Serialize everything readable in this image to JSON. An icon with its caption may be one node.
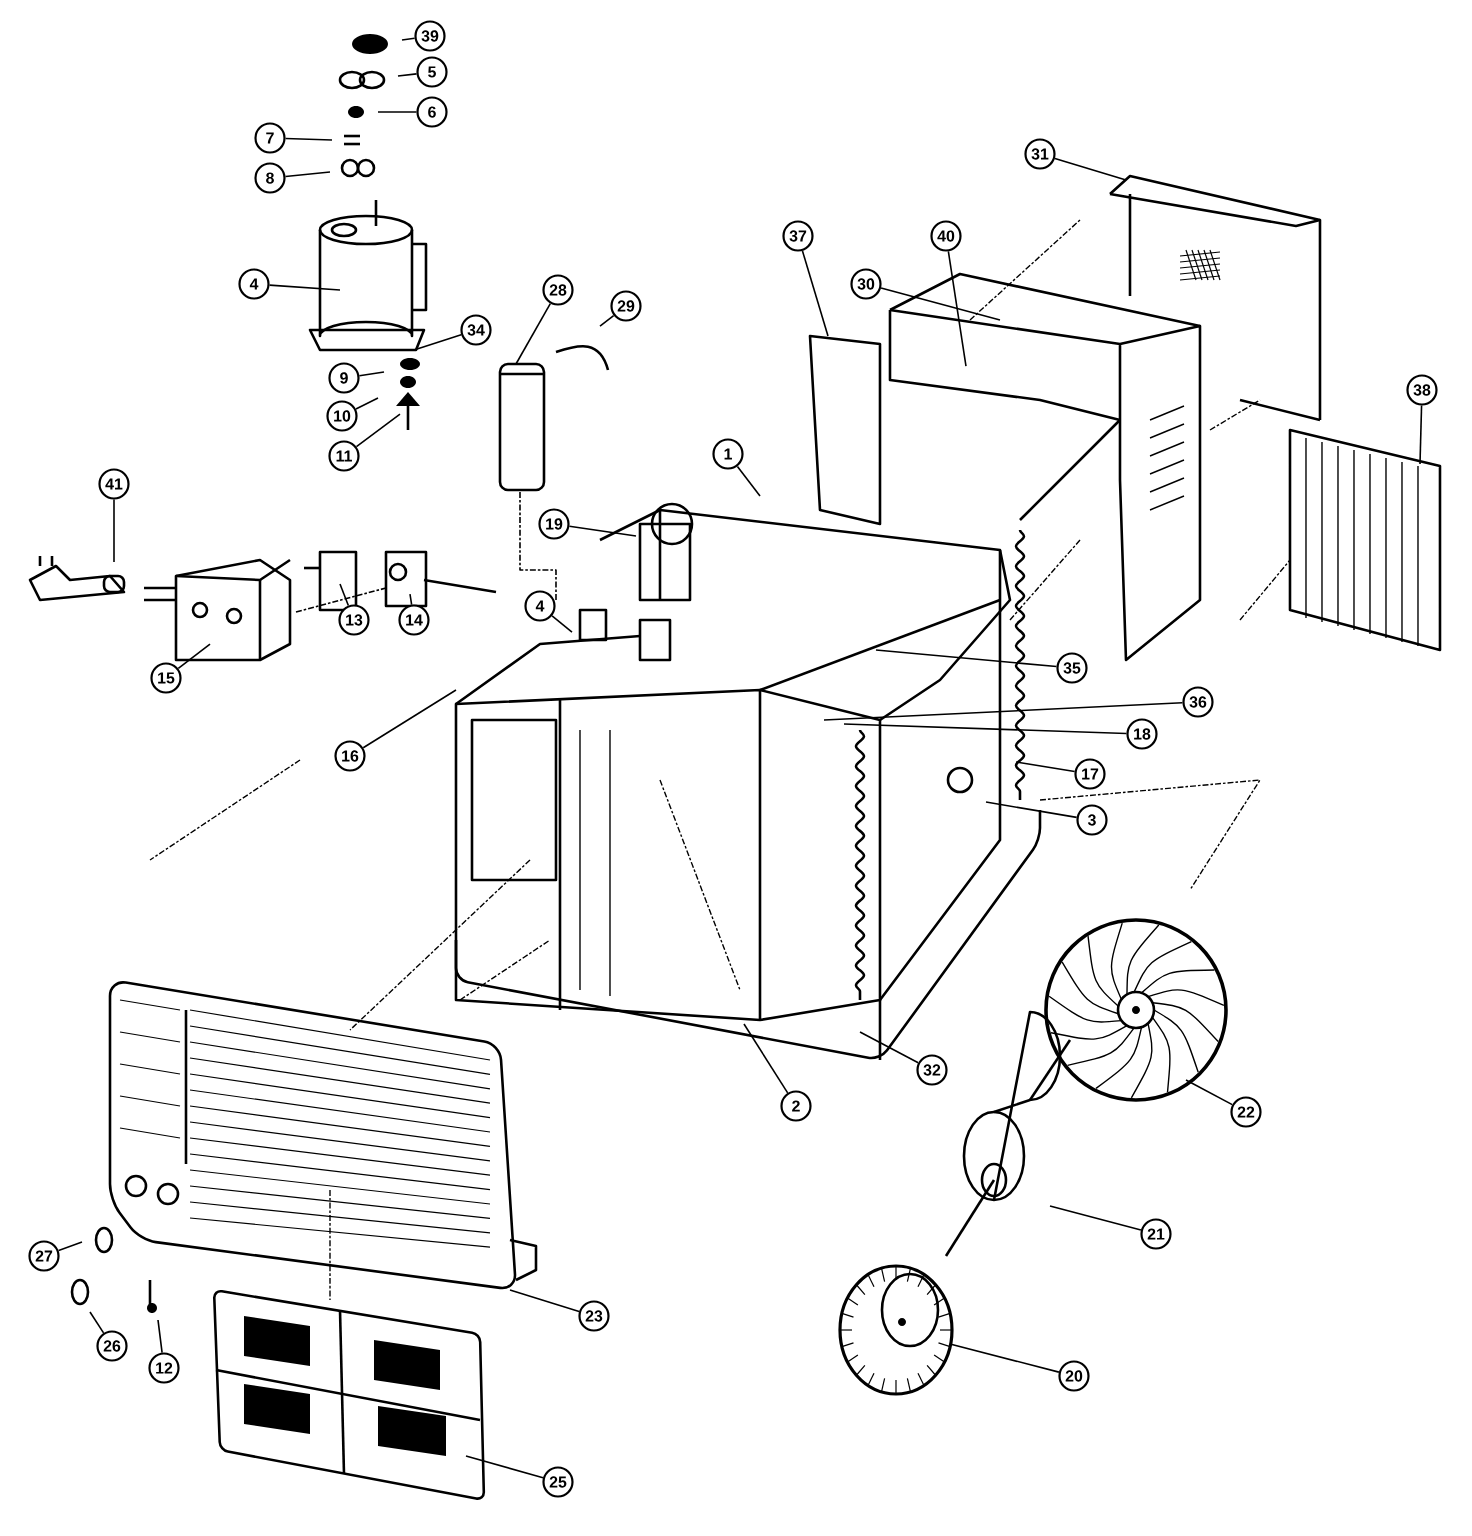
{
  "diagram": {
    "nodes": [
      {
        "text": [
          "39"
        ]
      },
      {
        "text": [
          "5"
        ]
      },
      {
        "text": [
          "6"
        ]
      },
      {
        "text": [
          "7"
        ]
      },
      {
        "text": [
          "8"
        ]
      },
      {
        "text": [
          "4"
        ]
      },
      {
        "text": [
          "34"
        ]
      },
      {
        "text": [
          "9"
        ]
      },
      {
        "text": [
          "10"
        ]
      },
      {
        "text": [
          "11"
        ]
      },
      {
        "text": [
          "28"
        ]
      },
      {
        "text": [
          "29"
        ]
      },
      {
        "text": [
          "41"
        ]
      },
      {
        "text": [
          "13"
        ]
      },
      {
        "text": [
          "14"
        ]
      },
      {
        "text": [
          "15"
        ]
      },
      {
        "text": [
          "1"
        ]
      },
      {
        "text": [
          "19"
        ]
      },
      {
        "text": [
          "4"
        ]
      },
      {
        "text": [
          "16"
        ]
      },
      {
        "text": [
          "37"
        ]
      },
      {
        "text": [
          "40"
        ]
      },
      {
        "text": [
          "30"
        ]
      },
      {
        "text": [
          "31"
        ]
      },
      {
        "text": [
          "38"
        ]
      },
      {
        "text": [
          "35"
        ]
      },
      {
        "text": [
          "36"
        ]
      },
      {
        "text": [
          "18"
        ]
      },
      {
        "text": [
          "17"
        ]
      },
      {
        "text": [
          "3"
        ]
      },
      {
        "text": [
          "2"
        ]
      },
      {
        "text": [
          "32"
        ]
      },
      {
        "text": [
          "22"
        ]
      },
      {
        "text": [
          "21"
        ]
      },
      {
        "text": [
          "20"
        ]
      },
      {
        "text": [
          "23"
        ]
      },
      {
        "text": [
          "25"
        ]
      },
      {
        "text": [
          "27"
        ]
      },
      {
        "text": [
          "26"
        ]
      },
      {
        "text": [
          "12"
        ]
      }
    ],
    "edges": [
      {
        "from": 0,
        "to": null,
        "arrow": "none"
      },
      {
        "from": 1,
        "to": null,
        "arrow": "none"
      },
      {
        "from": 2,
        "to": null,
        "arrow": "none"
      },
      {
        "from": 3,
        "to": null,
        "arrow": "none"
      },
      {
        "from": 4,
        "to": null,
        "arrow": "none"
      },
      {
        "from": 5,
        "to": null,
        "arrow": "none"
      },
      {
        "from": 6,
        "to": null,
        "arrow": "none"
      },
      {
        "from": 7,
        "to": null,
        "arrow": "none"
      },
      {
        "from": 8,
        "to": null,
        "arrow": "none"
      },
      {
        "from": 9,
        "to": null,
        "arrow": "none"
      },
      {
        "from": 10,
        "to": null,
        "arrow": "none"
      },
      {
        "from": 11,
        "to": null,
        "arrow": "none"
      },
      {
        "from": 12,
        "to": null,
        "arrow": "none"
      },
      {
        "from": 13,
        "to": null,
        "arrow": "none"
      },
      {
        "from": 14,
        "to": null,
        "arrow": "none"
      },
      {
        "from": 15,
        "to": null,
        "arrow": "none"
      },
      {
        "from": 16,
        "to": null,
        "arrow": "none"
      },
      {
        "from": 17,
        "to": null,
        "arrow": "none"
      },
      {
        "from": 18,
        "to": null,
        "arrow": "none"
      },
      {
        "from": 19,
        "to": null,
        "arrow": "none"
      },
      {
        "from": 20,
        "to": null,
        "arrow": "none"
      },
      {
        "from": 21,
        "to": null,
        "arrow": "none"
      },
      {
        "from": 22,
        "to": null,
        "arrow": "none"
      },
      {
        "from": 23,
        "to": null,
        "arrow": "none"
      },
      {
        "from": 24,
        "to": null,
        "arrow": "none"
      },
      {
        "from": 25,
        "to": null,
        "arrow": "none"
      },
      {
        "from": 26,
        "to": null,
        "arrow": "none"
      },
      {
        "from": 27,
        "to": null,
        "arrow": "none"
      },
      {
        "from": 28,
        "to": null,
        "arrow": "none"
      },
      {
        "from": 29,
        "to": null,
        "arrow": "none"
      },
      {
        "from": 30,
        "to": null,
        "arrow": "none"
      },
      {
        "from": 31,
        "to": null,
        "arrow": "none"
      },
      {
        "from": 32,
        "to": null,
        "arrow": "none"
      },
      {
        "from": 33,
        "to": null,
        "arrow": "none"
      },
      {
        "from": 34,
        "to": null,
        "arrow": "none"
      },
      {
        "from": 35,
        "to": null,
        "arrow": "none"
      },
      {
        "from": 36,
        "to": null,
        "arrow": "none"
      },
      {
        "from": 37,
        "to": null,
        "arrow": "none"
      },
      {
        "from": 38,
        "to": null,
        "arrow": "none"
      },
      {
        "from": 39,
        "to": null,
        "arrow": "none"
      }
    ]
  }
}
